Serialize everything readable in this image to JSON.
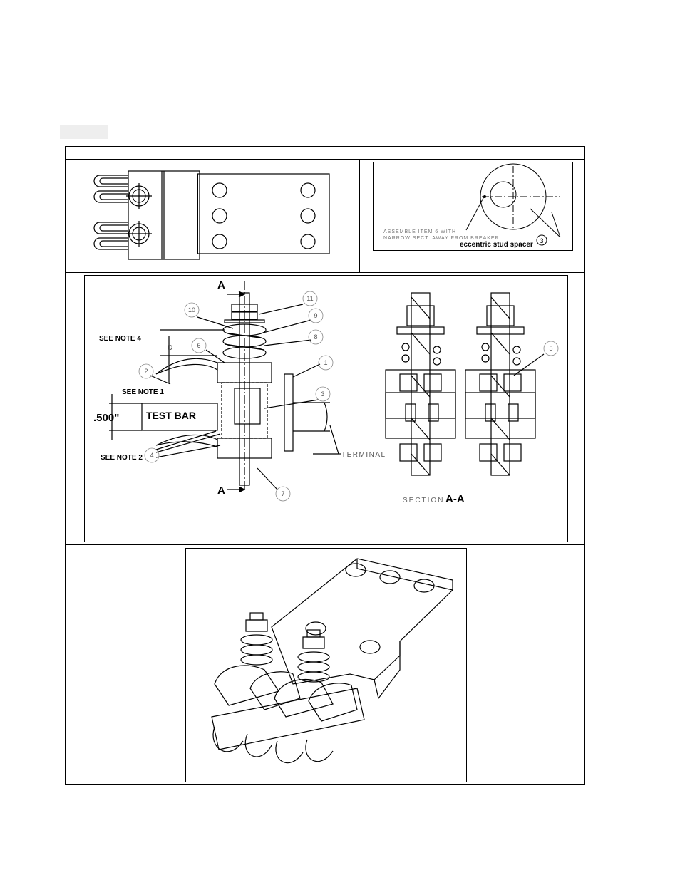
{
  "detail": {
    "note_line1": "ASSEMBLE ITEM 6 WITH",
    "note_line2": "NARROW SECT. AWAY FROM BREAKER",
    "spacer_label": "eccentric stud spacer",
    "spacer_item": "3"
  },
  "assembly": {
    "section_marker_top": "A",
    "section_marker_bottom": "A",
    "see_note_4": "SEE NOTE 4",
    "see_note_1": "SEE NOTE 1",
    "see_note_2": "SEE NOTE 2",
    "dim_d": "D",
    "dimension": ".500\"",
    "test_bar": "TEST BAR",
    "terminal": "TERMINAL",
    "section_prefix": "SECTION",
    "section_name": "A-A",
    "items": [
      "1",
      "2",
      "3",
      "4",
      "5",
      "6",
      "7",
      "8",
      "9",
      "10",
      "11"
    ]
  }
}
